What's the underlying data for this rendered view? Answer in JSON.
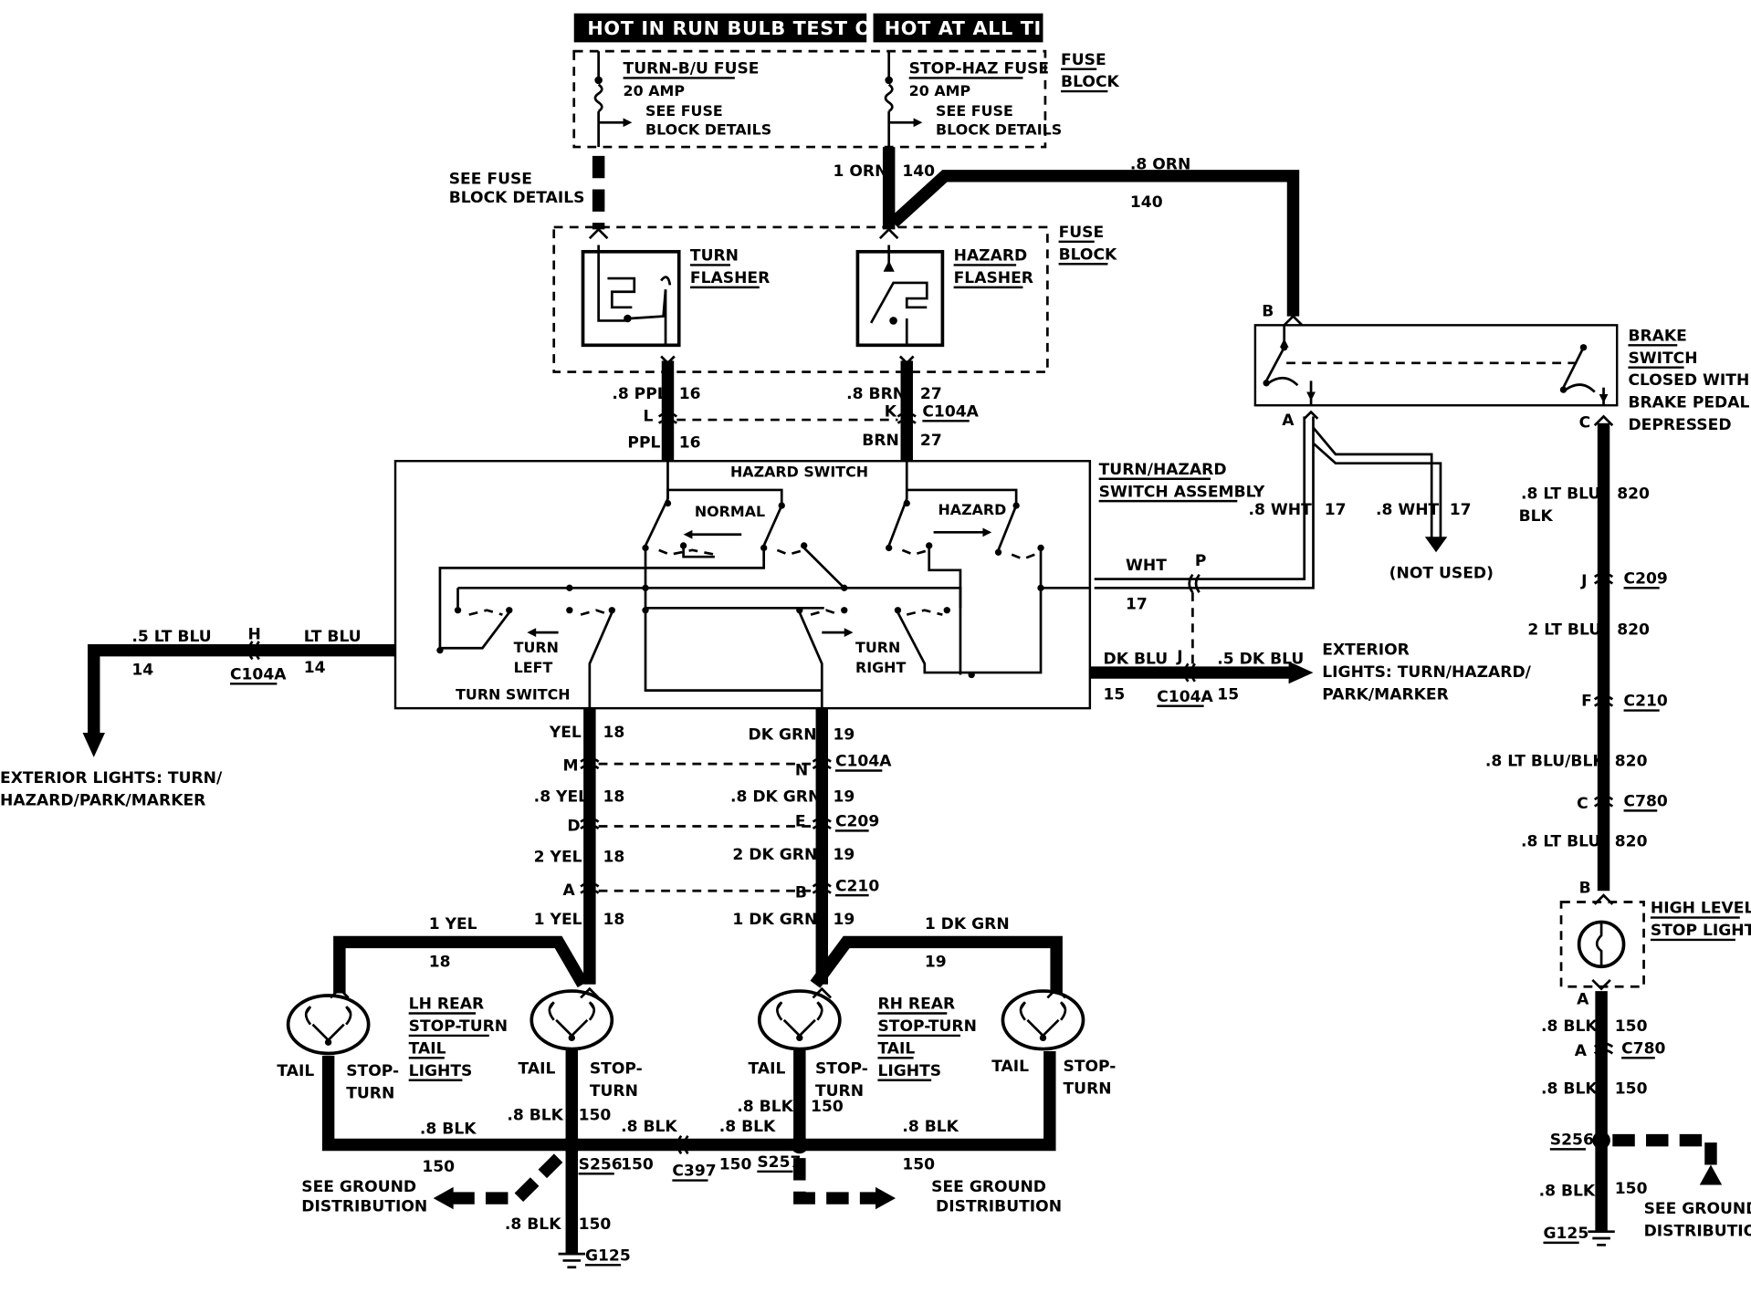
{
  "header": {
    "hot_in_run": "HOT IN RUN  BULB TEST OR START",
    "hot_at_all_times": "HOT AT ALL TIMES"
  },
  "fuse_block_top": {
    "label": [
      "FUSE",
      "BLOCK"
    ],
    "turn_fuse": {
      "name": "TURN-B/U FUSE",
      "rating": "20 AMP",
      "note": [
        "SEE FUSE",
        "BLOCK DETAILS"
      ]
    },
    "stop_fuse": {
      "name": "STOP-HAZ FUSE",
      "rating": "20 AMP",
      "note": [
        "SEE FUSE",
        "BLOCK DETAILS"
      ]
    }
  },
  "see_fuse_block_details": [
    "SEE FUSE",
    "BLOCK DETAILS"
  ],
  "wire_labels": {
    "orn_1": "1 ORN",
    "c140a": "140",
    "orn_08": ".8 ORN",
    "c140b": "140",
    "ppl_08": ".8 PPL",
    "c16a": "16",
    "ppl": "PPL",
    "c16b": "16",
    "brn_08": ".8 BRN",
    "c27a": "27",
    "brn": "BRN",
    "c27b": "27",
    "pin_l": "L",
    "pin_k": "K",
    "c104a_top": "C104A",
    "wht_08": ".8 WHT",
    "c17a": "17",
    "wht_08b": ".8 WHT",
    "c17b": "17",
    "not_used": "(NOT USED)",
    "wht": "WHT",
    "c17c": "17",
    "pin_p": "P",
    "dk_blu": "DK BLU",
    "c15a": "15",
    "pin_j": "J",
    "dk_blu_05": ".5 DK BLU",
    "c15b": "15",
    "c104a_right": "C104A",
    "lt_blu_05": ".5 LT BLU",
    "c14a": "14",
    "pin_h": "H",
    "c104a_left": "C104A",
    "lt_blu": "LT BLU",
    "c14b": "14"
  },
  "fuse_block_mid": {
    "label": [
      "FUSE",
      "BLOCK"
    ],
    "turn_flasher": [
      "TURN",
      "FLASHER"
    ],
    "hazard_flasher": [
      "HAZARD",
      "FLASHER"
    ]
  },
  "brake_switch": {
    "label": [
      "BRAKE",
      "SWITCH"
    ],
    "desc": [
      "CLOSED WITH",
      "BRAKE PEDAL",
      "DEPRESSED"
    ],
    "pin_b": "B",
    "pin_a": "A",
    "pin_c": "C"
  },
  "switch_assembly": {
    "label": [
      "TURN/HAZARD",
      "SWITCH ASSEMBLY"
    ],
    "hazard_switch": "HAZARD SWITCH",
    "normal": "NORMAL",
    "hazard": "HAZARD",
    "turn_left": [
      "TURN",
      "LEFT"
    ],
    "turn_right": [
      "TURN",
      "RIGHT"
    ],
    "turn_switch": "TURN SWITCH"
  },
  "exterior_left": [
    "EXTERIOR LIGHTS: TURN/",
    "HAZARD/PARK/MARKER"
  ],
  "exterior_right": [
    "EXTERIOR",
    "LIGHTS: TURN/HAZARD/",
    "PARK/MARKER"
  ],
  "left_column": [
    {
      "wire": "YEL",
      "circuit": "18"
    },
    {
      "pin": "M"
    },
    {
      "wire": ".8 YEL",
      "circuit": "18"
    },
    {
      "pin": "D"
    },
    {
      "wire": "2 YEL",
      "circuit": "18"
    },
    {
      "pin": "A"
    },
    {
      "wire": "1 YEL",
      "circuit": "18"
    }
  ],
  "right_column": [
    {
      "wire": "DK GRN",
      "circuit": "19"
    },
    {
      "pin": "N",
      "connector": "C104A"
    },
    {
      "wire": ".8 DK GRN",
      "circuit": "19"
    },
    {
      "pin": "E",
      "connector": "C209"
    },
    {
      "wire": "2 DK GRN",
      "circuit": "19"
    },
    {
      "pin": "B",
      "connector": "C210"
    },
    {
      "wire": "1 DK GRN",
      "circuit": "19"
    }
  ],
  "lh_branch": {
    "wire": "1 YEL",
    "circuit": "18"
  },
  "rh_branch": {
    "wire": "1 DK GRN",
    "circuit": "19"
  },
  "lh_rear": [
    "LH REAR",
    "STOP-TURN",
    "TAIL",
    "LIGHTS"
  ],
  "rh_rear": [
    "RH REAR",
    "STOP-TURN",
    "TAIL",
    "LIGHTS"
  ],
  "lamp_labels": {
    "tail": "TAIL",
    "stop_turn": [
      "STOP-",
      "TURN"
    ]
  },
  "ground": {
    "blk_08": ".8 BLK",
    "c150": "150",
    "s256": "S256",
    "s257": "S257",
    "c397": "C397",
    "g125": "G125",
    "see_ground": [
      "SEE GROUND",
      "DISTRIBUTION"
    ]
  },
  "high_stop": {
    "circuit_entries": [
      {
        "wire": ".8 LT BLU/",
        "wire2": "BLK",
        "circuit": "820"
      },
      {
        "pin": "J",
        "connector": "C209"
      },
      {
        "wire": "2 LT BLU",
        "circuit": "820"
      },
      {
        "pin": "F",
        "connector": "C210"
      },
      {
        "wire": ".8 LT BLU/BLK",
        "circuit": "820"
      },
      {
        "pin": "C",
        "connector": "C780"
      },
      {
        "wire": ".8 LT BLU",
        "circuit": "820"
      }
    ],
    "pin_b": "B",
    "label": [
      "HIGH LEVEL",
      "STOP LIGHT"
    ],
    "pin_a": "A",
    "blk_a": ".8 BLK",
    "c150a": "150",
    "pin_a2": "A",
    "c780": "C780",
    "blk_b": ".8 BLK",
    "c150b": "150",
    "s256": "S256",
    "blk_c": ".8 BLK",
    "c150c": "150",
    "g125": "G125",
    "see_ground": [
      "SEE GROUND",
      "DISTRIBUTION"
    ]
  }
}
